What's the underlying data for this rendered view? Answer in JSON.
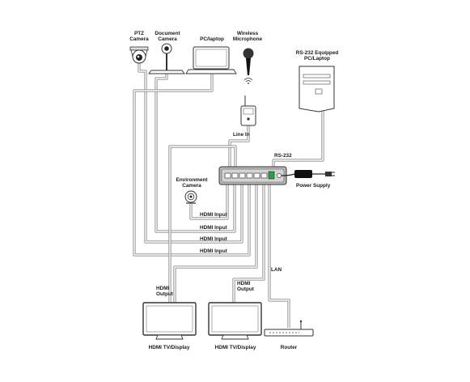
{
  "devices": {
    "ptz_camera": "PTZ\nCamera",
    "document_camera": "Document\nCamera",
    "pc_laptop": "PC/laptop",
    "wireless_microphone": "Wireless\nMicrophone",
    "rs232_pc": "RS-232 Equipped\nPC/Laptop",
    "environment_camera": "Environment\nCamera",
    "hdmi_display_1": "HDMI TV/Display",
    "hdmi_display_2": "HDMI TV/Display",
    "router": "Router"
  },
  "connections": {
    "line_in": "Line In",
    "rs232": "RS-232",
    "power_supply": "Power Supply",
    "hdmi_input_env": "HDMI Input",
    "hdmi_input_ptz": "HDMI Input",
    "hdmi_input_doc": "HDMI Input",
    "hdmi_input_pc": "HDMI Input",
    "lan": "LAN",
    "hdmi_output_1": "HDMI\nOutput",
    "hdmi_output_2": "HDMI\nOutput"
  },
  "colors": {
    "cable": "#8a8a8a",
    "device_fill": "#ffffff",
    "device_stroke": "#333333",
    "unit_fill": "#b8b8b8",
    "terminal_green": "#2e9e4a"
  }
}
